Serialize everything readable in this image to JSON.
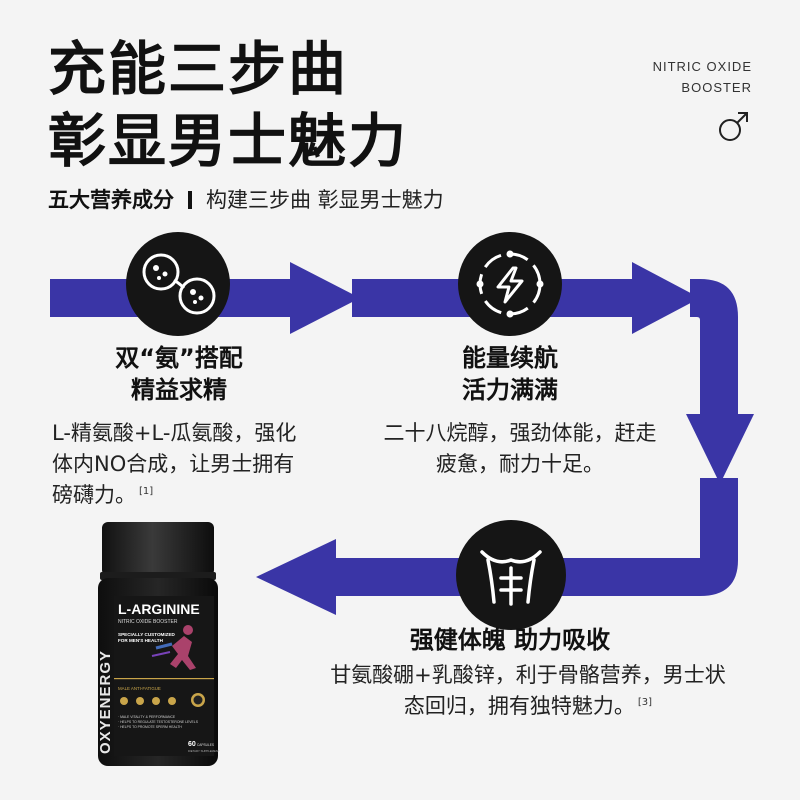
{
  "header": {
    "title_line1": "充能三步曲",
    "title_line2": "彰显男士魅力",
    "tag_line1": "NITRIC OXIDE",
    "tag_line2": "BOOSTER"
  },
  "subtitle": {
    "bold": "五大营养成分",
    "rest": "构建三步曲  彰显男士魅力"
  },
  "steps": [
    {
      "icon": "cells-icon",
      "title_line1": "双“氨”搭配",
      "title_line2": "精益求精",
      "desc_line1": "L-精氨酸+L-瓜氨酸，强化",
      "desc_line2": "体内NO合成，让男士拥有",
      "desc_line3": "磅礴力。",
      "ref": "[1]"
    },
    {
      "icon": "energy-bolt-icon",
      "title_line1": "能量续航",
      "title_line2": "活力满满",
      "desc_line1": "二十八烷醇，强劲体能，赶走",
      "desc_line2": "疲惫，耐力十足。"
    },
    {
      "icon": "torso-icon",
      "title": "强健体魄  助力吸收",
      "desc_line1": "甘氨酸硼+乳酸锌，利于骨骼营养，男士状",
      "desc_line2": "态回归，拥有独特魅力。",
      "ref": "[3]"
    }
  ],
  "product": {
    "brand": "OXYENERGY",
    "name": "L-ARGININE",
    "subtitle": "NITRIC OXIDE BOOSTER",
    "badge_line1": "SPECIALLY CUSTOMIZED",
    "badge_line2": "FOR MEN'S HEALTH",
    "claim": "MALE ANTI-FATIGUE",
    "bullet1": "· MALE VITALITY & PERFORMANCE",
    "bullet2": "· HELPS TO REGULATE TESTOSTERONE LEVELS",
    "bullet3": "· HELPS TO PROMOTE SPERM HEALTH",
    "count": "60",
    "count_unit": "CAPSULES",
    "footnote": "DIETARY SUPPLEMENT"
  },
  "colors": {
    "arrow": "#3a35a6",
    "circle": "#151515",
    "background": "#f4f4f4"
  }
}
